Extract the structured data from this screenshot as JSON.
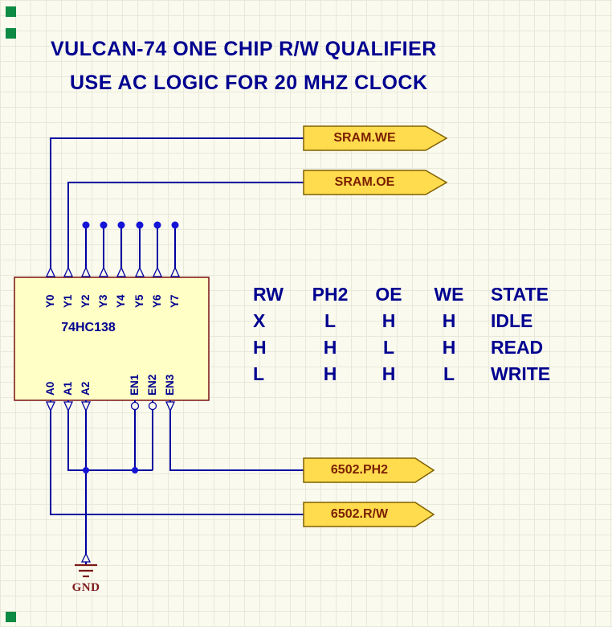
{
  "colors": {
    "background": "#FAFAEE",
    "wire": "#0000A0",
    "junction_dot": "#1414D6",
    "text_navy": "#000090",
    "chip_fill": "#FFFFC6",
    "chip_border": "#7A1010",
    "flag_fill": "#FFDC4E",
    "flag_border": "#806000",
    "flag_text": "#7B2000",
    "marker_green": "#0D8A43"
  },
  "title": {
    "line1": "VULCAN-74 ONE CHIP R/W QUALIFIER",
    "line2": "USE AC LOGIC FOR 20 MHZ CLOCK"
  },
  "flags": {
    "sram_we": {
      "label": "SRAM.WE"
    },
    "sram_oe": {
      "label": "SRAM.OE"
    },
    "cpu_ph2": {
      "label": "6502.PH2"
    },
    "cpu_rw": {
      "label": "6502.R/W"
    }
  },
  "chip": {
    "part_number": "74HC138",
    "top_pins": [
      "Y0",
      "Y1",
      "Y2",
      "Y3",
      "Y4",
      "Y5",
      "Y6",
      "Y7"
    ],
    "bottom_pins": [
      "A0",
      "A1",
      "A2",
      "EN1",
      "EN2",
      "EN3"
    ]
  },
  "truth_table": {
    "headers": [
      "RW",
      "PH2",
      "OE",
      "WE",
      "STATE"
    ],
    "rows": [
      [
        "X",
        "L",
        "H",
        "H",
        "IDLE"
      ],
      [
        "H",
        "H",
        "L",
        "H",
        "READ"
      ],
      [
        "L",
        "H",
        "H",
        "L",
        "WRITE"
      ]
    ]
  },
  "ground": {
    "label": "GND"
  }
}
